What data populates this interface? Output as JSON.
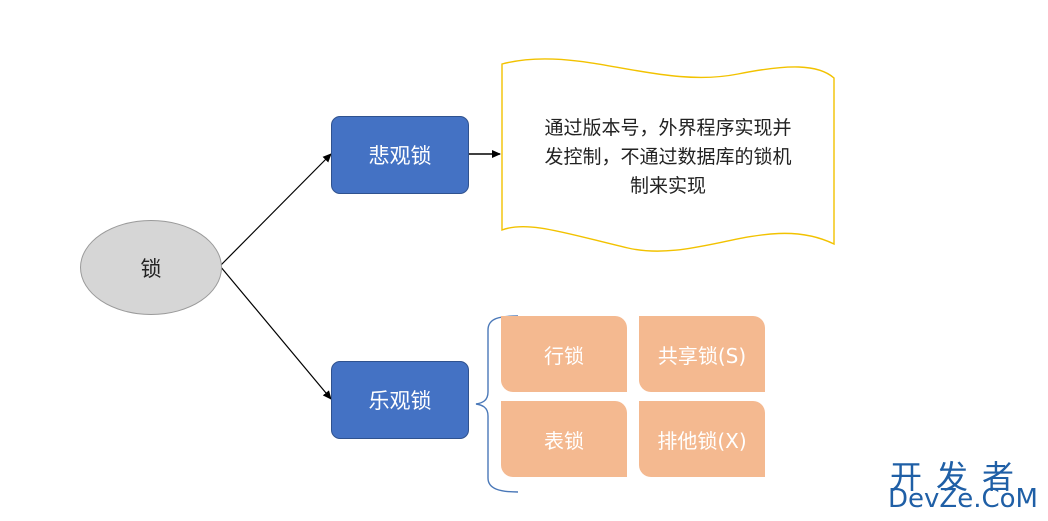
{
  "diagram": {
    "root": {
      "label": "锁"
    },
    "branches": [
      {
        "id": "pessimistic",
        "label": "悲观锁"
      },
      {
        "id": "optimistic",
        "label": "乐观锁"
      }
    ],
    "pessimistic_note": {
      "lines": [
        "通过版本号，外界程序实现并",
        "发控制，不通过数据库的锁机",
        "制来实现"
      ]
    },
    "optimistic_types": [
      "行锁",
      "共享锁(S)",
      "表锁",
      "排他锁(X)"
    ]
  },
  "watermark": {
    "line1": "开发者",
    "line2": "DevZe.CoM"
  },
  "colors": {
    "branch_fill": "#4472c4",
    "root_fill": "#d6d6d6",
    "lock_cell_fill": "#f4b990",
    "note_border": "#f2c200",
    "bracket": "#4a78b8",
    "watermark": "#1f5fa6"
  }
}
